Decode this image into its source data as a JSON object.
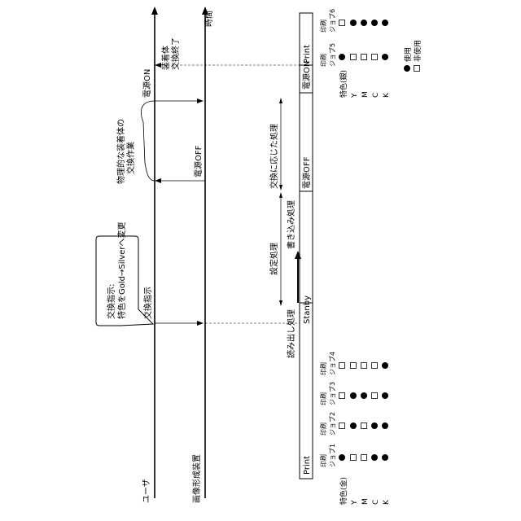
{
  "lanes": {
    "user": "ユーザ",
    "device": "画像形成装置",
    "time": "時間"
  },
  "states": {
    "print_left": "Print",
    "standby": "Stanby",
    "power_off": "電源OFF",
    "power_on": "電源ON",
    "print_right": "Print"
  },
  "processes": {
    "read": "読み出し処理",
    "write": "書き込み処理",
    "setting": "設定処理",
    "exchange_response": "交換に応じた処理"
  },
  "messages": {
    "exchange_instruction": "交換指示",
    "power_off": "電源OFF",
    "power_on": "電源ON",
    "physical_exchange": [
      "物理的な装着体の",
      "交換作業"
    ],
    "mount_end": [
      "装着体",
      "交換終了"
    ]
  },
  "callout": [
    "交換指示:",
    "特色をGold→Silverへ変更"
  ],
  "left_table": {
    "row_header": "特色(金)",
    "rows": [
      "Y",
      "M",
      "C",
      "K"
    ],
    "jobs": [
      {
        "label": [
          "印刷",
          "ジョブ1"
        ],
        "usage": [
          true,
          false,
          false,
          true,
          true
        ]
      },
      {
        "label": [
          "印刷",
          "ジョブ2"
        ],
        "usage": [
          false,
          true,
          false,
          true,
          true
        ]
      },
      {
        "label": [
          "印刷",
          "ジョブ3"
        ],
        "usage": [
          false,
          true,
          true,
          false,
          true
        ]
      },
      {
        "label": [
          "印刷",
          "ジョブ4"
        ],
        "usage": [
          false,
          false,
          false,
          false,
          true
        ]
      }
    ]
  },
  "right_table": {
    "row_header": "特色(銀)",
    "rows": [
      "Y",
      "M",
      "C",
      "K"
    ],
    "jobs": [
      {
        "label": [
          "印刷",
          "ジョブ5"
        ],
        "usage": [
          true,
          false,
          false,
          false,
          true
        ]
      },
      {
        "label": [
          "印刷",
          "ジョブ6"
        ],
        "usage": [
          false,
          true,
          true,
          true,
          true
        ]
      }
    ]
  },
  "legend": [
    {
      "symbol": "filled",
      "label": "使用"
    },
    {
      "symbol": "empty",
      "label": "非使用"
    }
  ]
}
